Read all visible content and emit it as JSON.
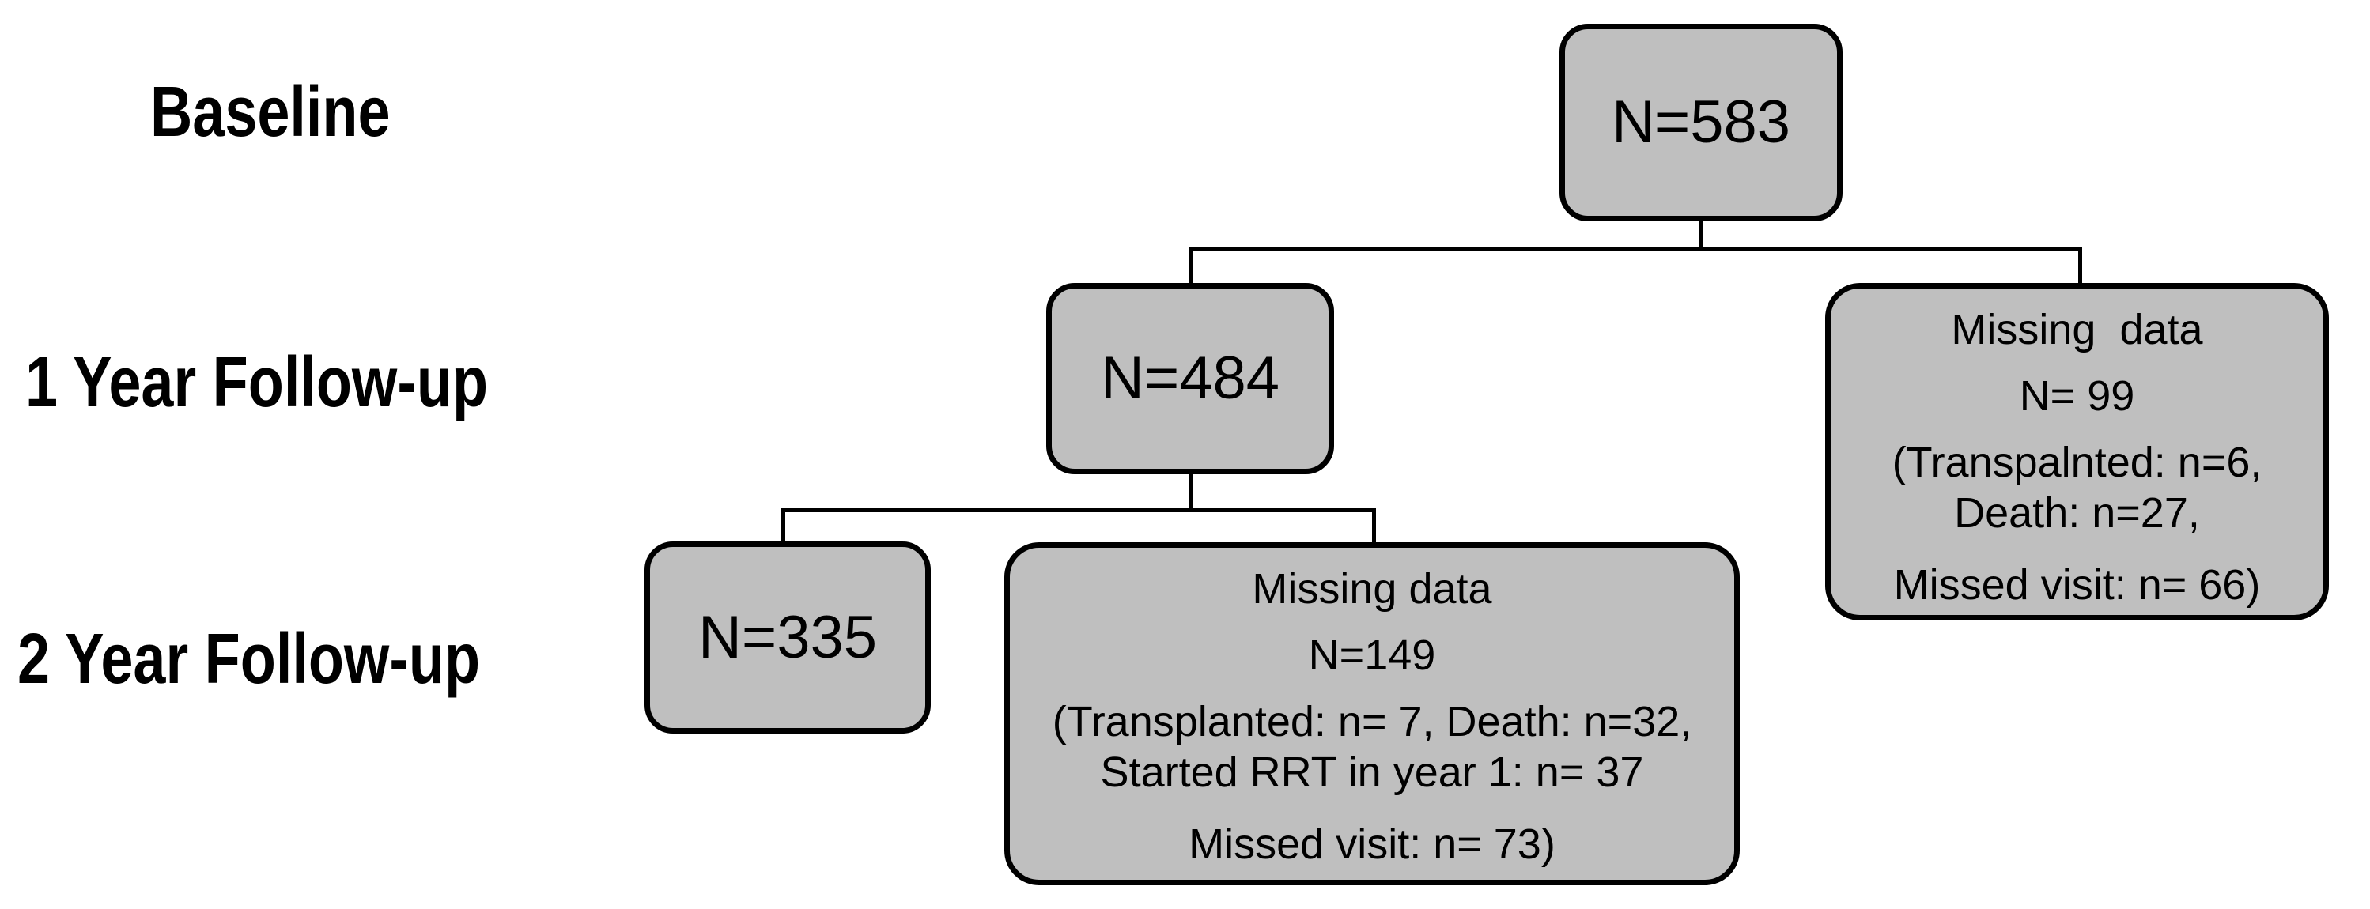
{
  "diagram": {
    "type": "study-flowchart",
    "description": "Patient flow from baseline through 2 year follow-up with missing data breakdown"
  },
  "colors": {
    "background": "#ffffff",
    "box_fill": "#bfbfbf",
    "box_border": "#000000",
    "connector": "#000000",
    "text": "#000000"
  },
  "row_labels": [
    {
      "id": "baseline",
      "label": "Baseline"
    },
    {
      "id": "year1",
      "label": "1 Year Follow-up"
    },
    {
      "id": "year2",
      "label": "2 Year Follow-up"
    }
  ],
  "nodes": {
    "baseline_total": {
      "label": "N=583"
    },
    "year1_total": {
      "label": "N=484"
    },
    "year2_total": {
      "label": "N=335"
    },
    "year1_missing": {
      "title": "Missing  data",
      "n": "N= 99",
      "breakdown": "(Transpalnted: n=6,\nDeath: n=27,",
      "missed": "Missed visit: n= 66)"
    },
    "year2_missing": {
      "title": "Missing data",
      "n": "N=149",
      "breakdown": "(Transplanted: n= 7, Death: n=32,\nStarted RRT in year 1: n= 37",
      "missed": "Missed visit: n= 73)"
    }
  }
}
